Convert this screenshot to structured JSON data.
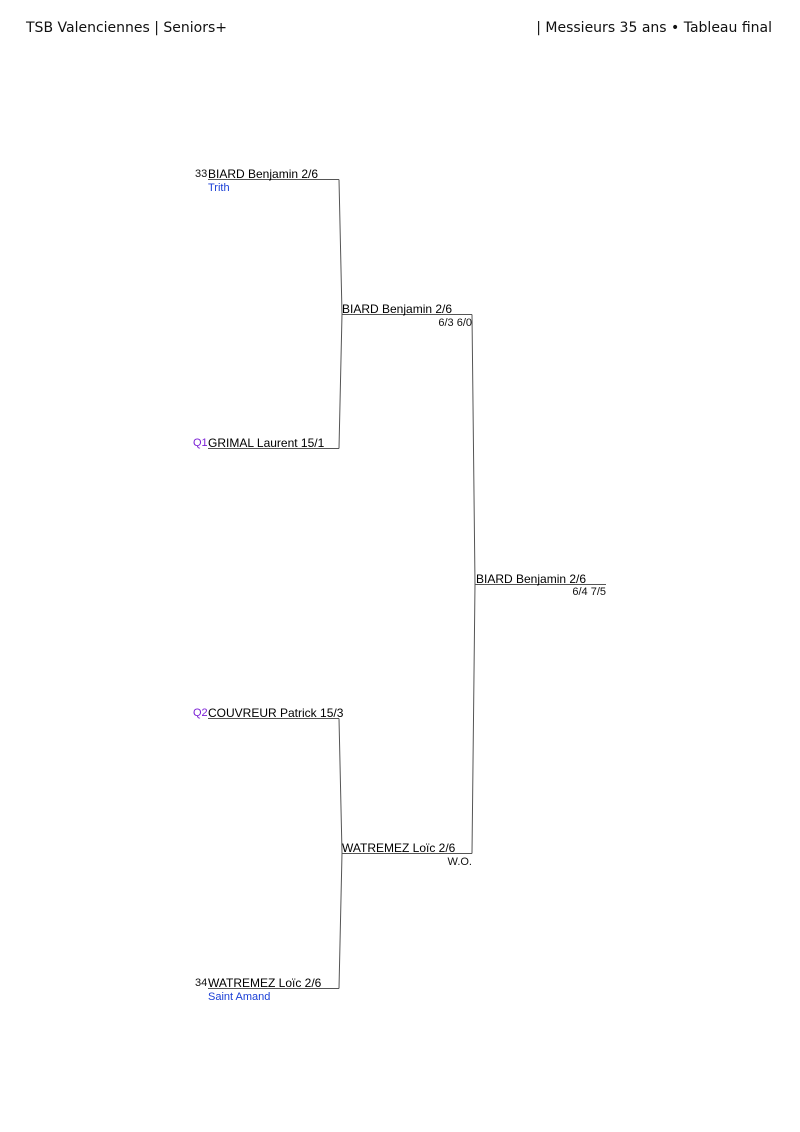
{
  "header": {
    "left": "TSB Valenciennes | Seniors+",
    "right": "| Messieurs 35 ans • Tableau final"
  },
  "round1": [
    {
      "seed": "33",
      "name": "BIARD Benjamin 2/6",
      "club": "Trith"
    },
    {
      "seed": "Q1",
      "name": "GRIMAL Laurent 15/1",
      "club": ""
    },
    {
      "seed": "Q2",
      "name": "COUVREUR Patrick 15/3",
      "club": ""
    },
    {
      "seed": "34",
      "name": "WATREMEZ Loïc 2/6",
      "club": "Saint Amand"
    }
  ],
  "round2": [
    {
      "name": "BIARD Benjamin 2/6",
      "score": "6/3 6/0"
    },
    {
      "name": "WATREMEZ Loïc 2/6",
      "score": "W.O."
    }
  ],
  "final": {
    "name": "BIARD Benjamin 2/6",
    "score": "6/4 7/5"
  }
}
